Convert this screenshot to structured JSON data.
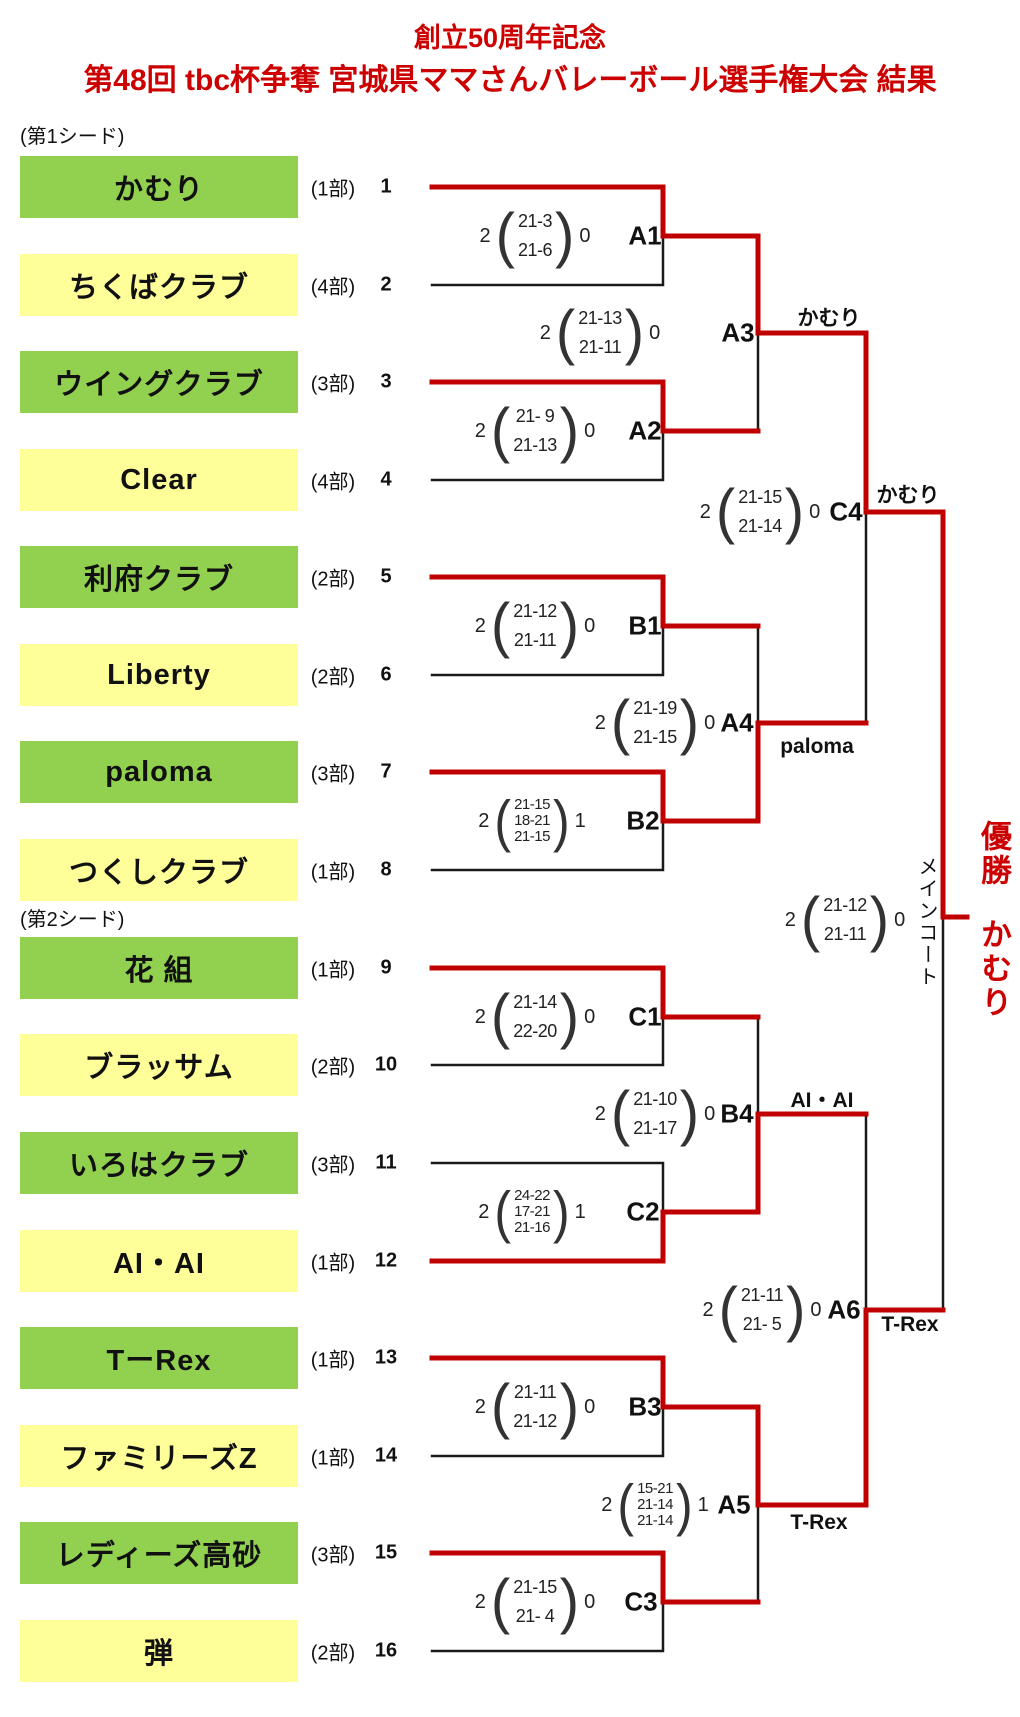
{
  "title": {
    "line1": "創立50周年記念",
    "line2": "第48回 tbc杯争奪 宮城県ママさんバレーボール選手権大会 結果"
  },
  "seed_labels": {
    "first": "(第1シード)",
    "second": "(第2シード)"
  },
  "colors": {
    "box_green": "#92d050",
    "box_yellow": "#ffff99",
    "winner_path_red": "#c00000",
    "line_black": "#1a1a1a",
    "title_red": "#cc0000"
  },
  "teams": [
    {
      "name": "かむり",
      "division": "(1部)",
      "no": "1",
      "color": "green"
    },
    {
      "name": "ちくばクラブ",
      "division": "(4部)",
      "no": "2",
      "color": "yellow"
    },
    {
      "name": "ウイングクラブ",
      "division": "(3部)",
      "no": "3",
      "color": "green"
    },
    {
      "name": "Clear",
      "division": "(4部)",
      "no": "4",
      "color": "yellow"
    },
    {
      "name": "利府クラブ",
      "division": "(2部)",
      "no": "5",
      "color": "green"
    },
    {
      "name": "Liberty",
      "division": "(2部)",
      "no": "6",
      "color": "yellow"
    },
    {
      "name": "paloma",
      "division": "(3部)",
      "no": "7",
      "color": "green"
    },
    {
      "name": "つくしクラブ",
      "division": "(1部)",
      "no": "8",
      "color": "yellow"
    },
    {
      "name": "花 組",
      "division": "(1部)",
      "no": "9",
      "color": "green"
    },
    {
      "name": "ブラッサム",
      "division": "(2部)",
      "no": "10",
      "color": "yellow"
    },
    {
      "name": "いろはクラブ",
      "division": "(3部)",
      "no": "11",
      "color": "green"
    },
    {
      "name": "AI・AI",
      "division": "(1部)",
      "no": "12",
      "color": "yellow"
    },
    {
      "name": "TーRex",
      "division": "(1部)",
      "no": "13",
      "color": "green"
    },
    {
      "name": "ファミリーズZ",
      "division": "(1部)",
      "no": "14",
      "color": "yellow"
    },
    {
      "name": "レディーズ高砂",
      "division": "(3部)",
      "no": "15",
      "color": "green"
    },
    {
      "name": "弾",
      "division": "(2部)",
      "no": "16",
      "color": "yellow"
    }
  ],
  "matches": {
    "A1": {
      "label": "A1",
      "w": "2",
      "l": "0",
      "sets": [
        "21-3",
        "21-6"
      ]
    },
    "A2": {
      "label": "A2",
      "w": "2",
      "l": "0",
      "sets": [
        "21- 9",
        "21-13"
      ]
    },
    "A3": {
      "label": "A3",
      "w": "2",
      "l": "0",
      "sets": [
        "21-13",
        "21-11"
      ],
      "winner": "かむり"
    },
    "B1": {
      "label": "B1",
      "w": "2",
      "l": "0",
      "sets": [
        "21-12",
        "21-11"
      ]
    },
    "B2": {
      "label": "B2",
      "w": "2",
      "l": "1",
      "sets": [
        "21-15",
        "18-21",
        "21-15"
      ]
    },
    "A4": {
      "label": "A4",
      "w": "2",
      "l": "0",
      "sets": [
        "21-19",
        "21-15"
      ],
      "winner": "paloma"
    },
    "C4": {
      "label": "C4",
      "w": "2",
      "l": "0",
      "sets": [
        "21-15",
        "21-14"
      ],
      "winner": "かむり"
    },
    "C1": {
      "label": "C1",
      "w": "2",
      "l": "0",
      "sets": [
        "21-14",
        "22-20"
      ]
    },
    "C2": {
      "label": "C2",
      "w": "2",
      "l": "1",
      "sets": [
        "24-22",
        "17-21",
        "21-16"
      ]
    },
    "B4": {
      "label": "B4",
      "w": "2",
      "l": "0",
      "sets": [
        "21-10",
        "21-17"
      ],
      "winner": "AI・AI"
    },
    "B3": {
      "label": "B3",
      "w": "2",
      "l": "0",
      "sets": [
        "21-11",
        "21-12"
      ]
    },
    "C3": {
      "label": "C3",
      "w": "2",
      "l": "0",
      "sets": [
        "21-15",
        "21- 4"
      ]
    },
    "A5": {
      "label": "A5",
      "w": "2",
      "l": "1",
      "sets": [
        "15-21",
        "21-14",
        "21-14"
      ],
      "winner": "T-Rex"
    },
    "A6": {
      "label": "A6",
      "w": "2",
      "l": "0",
      "sets": [
        "21-11",
        "21- 5"
      ],
      "winner": "T-Rex"
    },
    "F": {
      "w": "2",
      "l": "0",
      "sets": [
        "21-12",
        "21-11"
      ],
      "court": "メインコート",
      "champion_label": "優勝",
      "champion": "かむり"
    }
  }
}
